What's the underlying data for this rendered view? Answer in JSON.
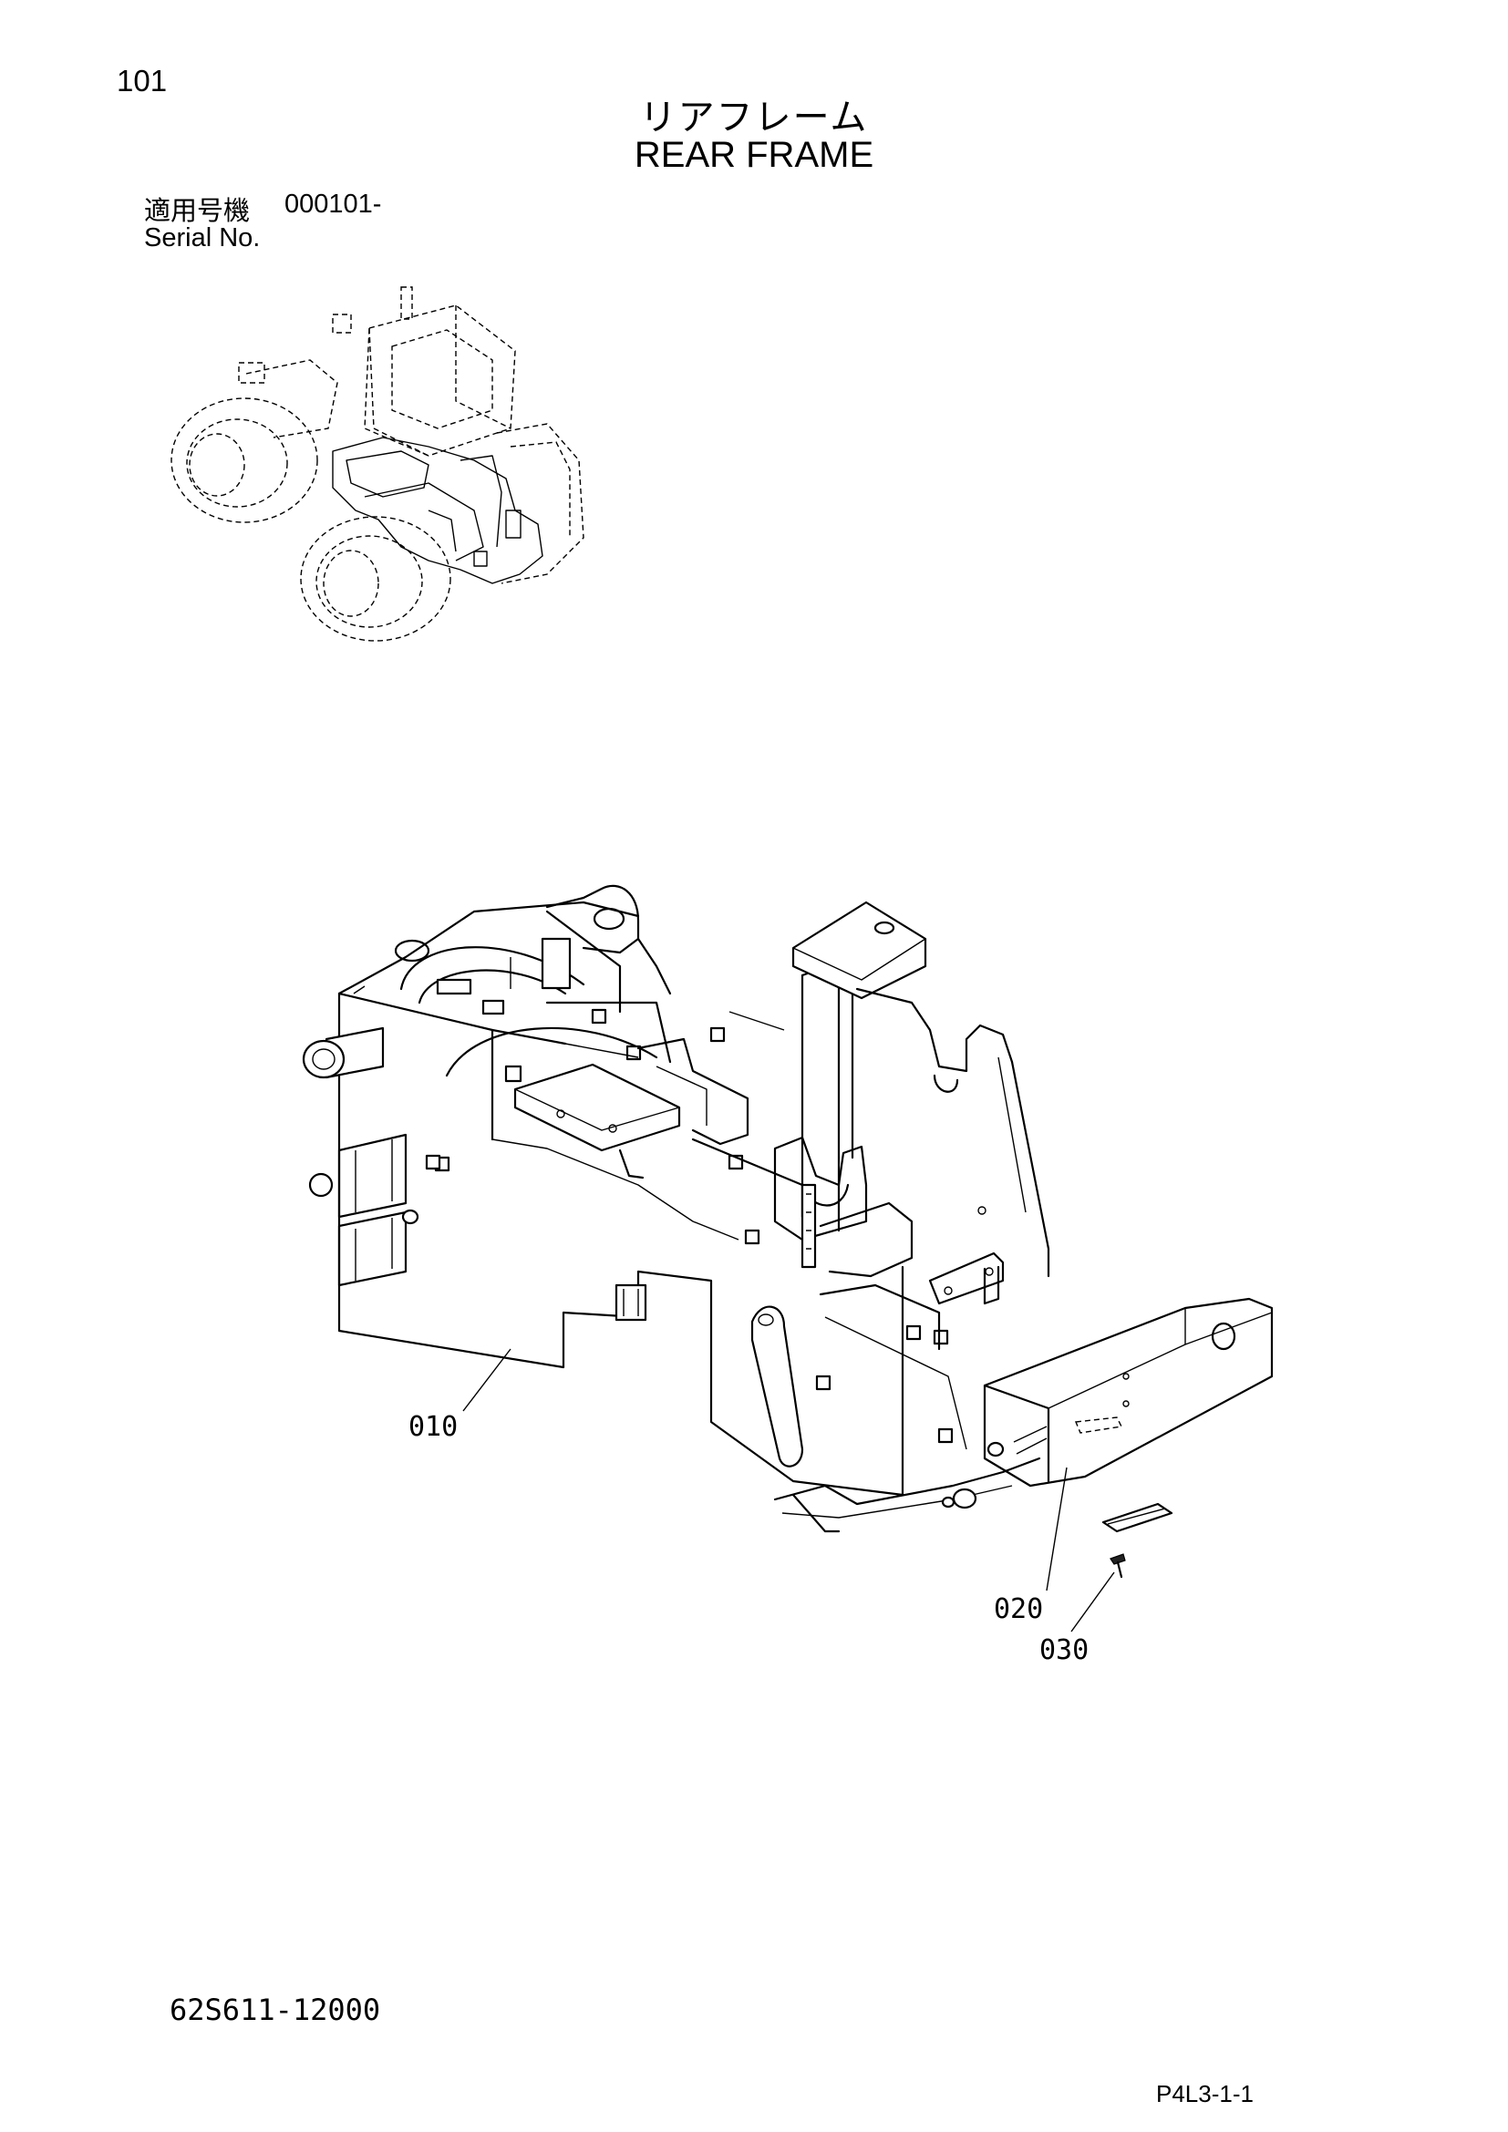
{
  "header": {
    "page_number": "101",
    "title_jp": "リアフレーム",
    "title_en": "REAR FRAME"
  },
  "serial": {
    "label_jp": "適用号機",
    "value": "000101-",
    "label_en": "Serial No."
  },
  "callouts": {
    "part_010": "010",
    "part_020": "020",
    "part_030": "030"
  },
  "footer": {
    "drawing_number": "62S611-12000",
    "sheet_code": "P4L3-1-1"
  }
}
